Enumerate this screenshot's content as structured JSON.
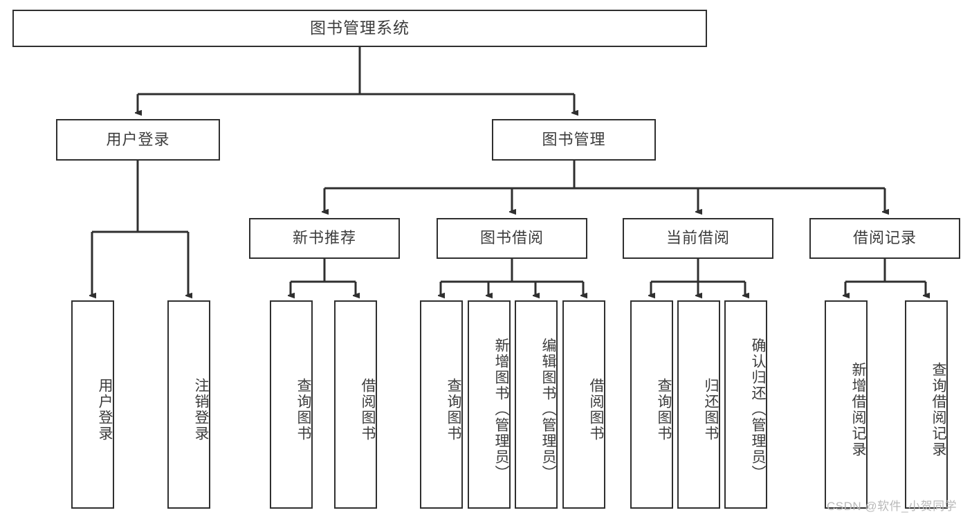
{
  "diagram": {
    "type": "tree",
    "title": "图书管理系统",
    "orientation": "top-down",
    "colors": {
      "background": "#ffffff",
      "box_border": "#2f2f2f",
      "box_fill": "#ffffff",
      "text": "#3c3c3c",
      "connector": "#2f2f2f",
      "watermark": "#b9b9b9"
    }
  },
  "root": {
    "label": "图书管理系统"
  },
  "level2": [
    {
      "label": "用户登录"
    },
    {
      "label": "图书管理"
    }
  ],
  "level3": [
    {
      "label": "新书推荐"
    },
    {
      "label": "图书借阅"
    },
    {
      "label": "当前借阅"
    },
    {
      "label": "借阅记录"
    }
  ],
  "leaves": {
    "user_login": [
      {
        "label": "用户登录"
      },
      {
        "label": "注销登录"
      }
    ],
    "new_book_recommend": [
      {
        "label": "查询图书"
      },
      {
        "label": "借阅图书"
      }
    ],
    "book_borrow": [
      {
        "label": "查询图书"
      },
      {
        "label": "新增图书（管理员）"
      },
      {
        "label": "编辑图书（管理员）"
      },
      {
        "label": "借阅图书"
      }
    ],
    "current_borrow": [
      {
        "label": "查询图书"
      },
      {
        "label": "归还图书"
      },
      {
        "label": "确认归还（管理员）"
      }
    ],
    "borrow_record": [
      {
        "label": "新增借阅记录"
      },
      {
        "label": "查询借阅记录"
      }
    ]
  },
  "watermark": {
    "text": "CSDN @软件_小贺同学"
  }
}
